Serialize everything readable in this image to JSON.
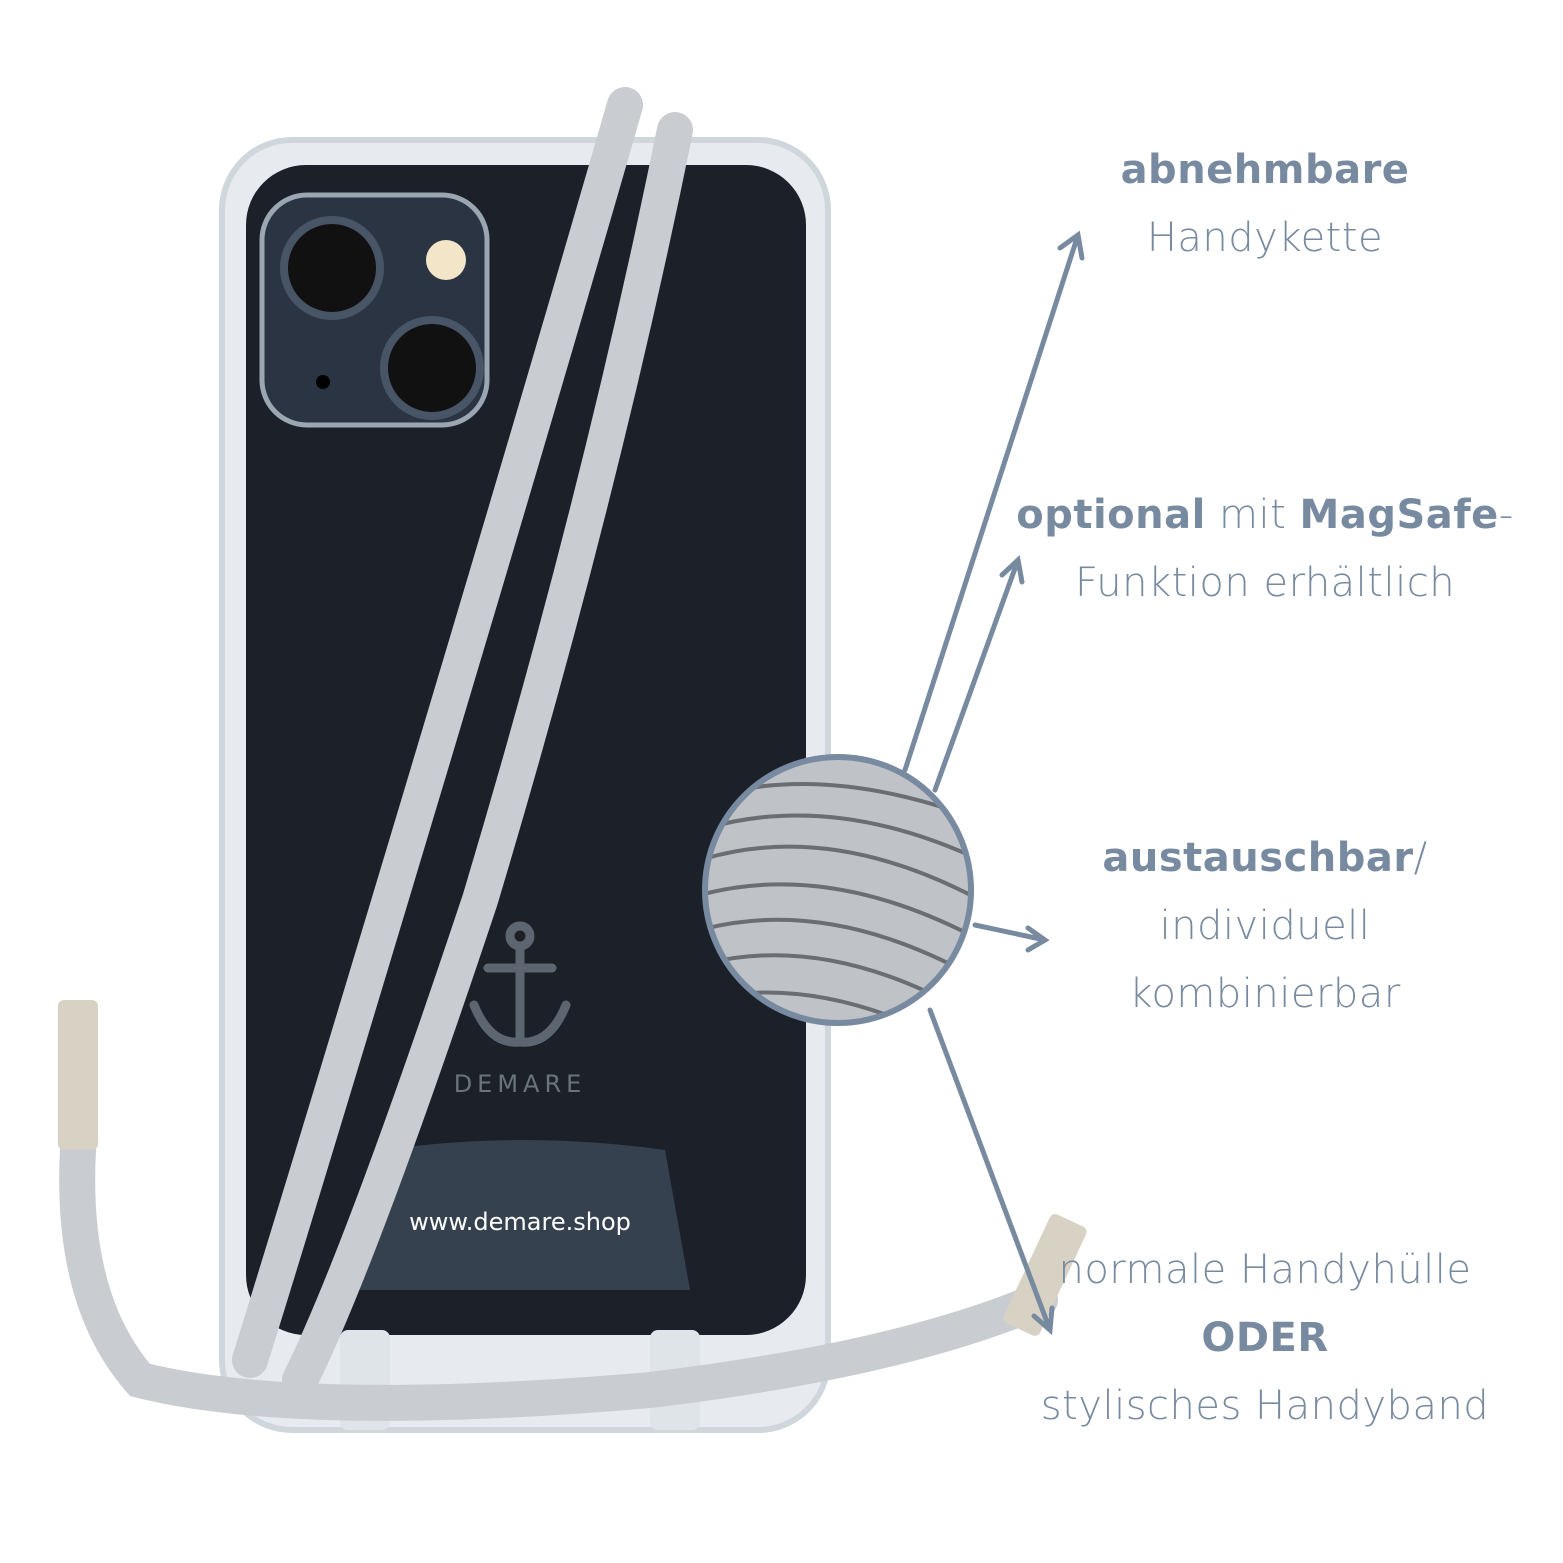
{
  "colors": {
    "text": "#788aa0",
    "cord": "#c9ccd0",
    "phone": "#1c2129",
    "arrow": "#788aa0"
  },
  "product": {
    "brand": "DEMARE",
    "url": "www.demare.shop",
    "logo_icon": "anchor-icon"
  },
  "features": [
    {
      "bold": "abnehmbare",
      "line2": "Handykette"
    },
    {
      "bold": "optional",
      "mid": " mit ",
      "bold2": "MagSafe",
      "tail": "-",
      "line2": "Funktion erhältlich"
    },
    {
      "bold": "austauschbar",
      "tail": "/",
      "line2": "individuell",
      "line3": "kombinierbar"
    },
    {
      "line1": "normale Handyhülle",
      "bold": "ODER",
      "line3": "stylisches Handyband"
    }
  ]
}
